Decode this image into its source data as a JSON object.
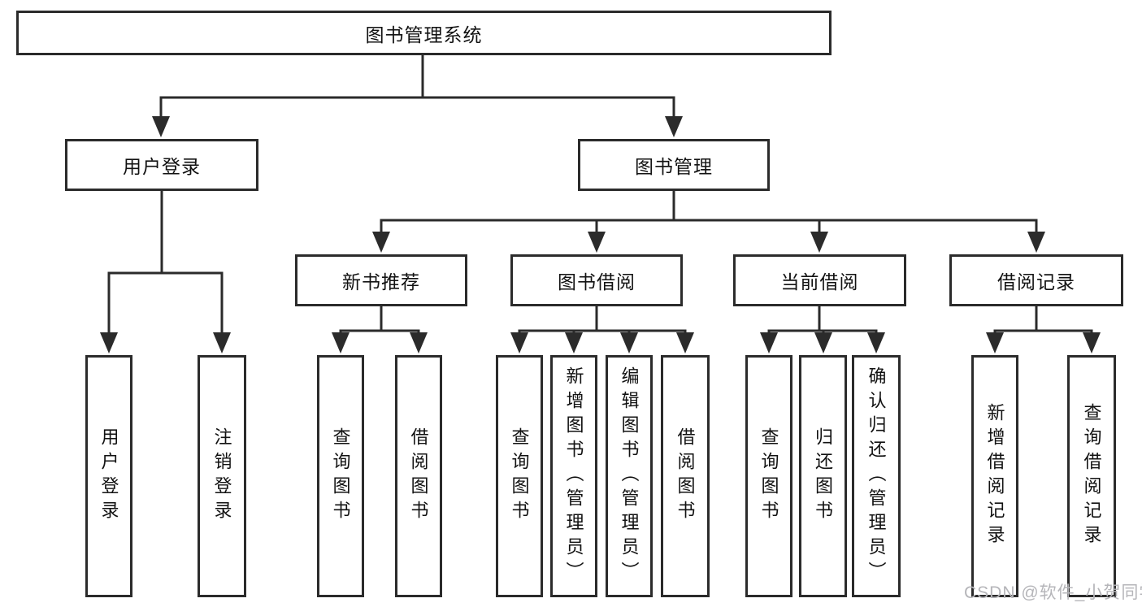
{
  "diagram": {
    "root": {
      "label": "图书管理系统"
    },
    "level2": {
      "user_login": {
        "label": "用户登录"
      },
      "book_mgmt": {
        "label": "图书管理"
      }
    },
    "level3": {
      "new_book_rec": {
        "label": "新书推荐"
      },
      "book_borrow": {
        "label": "图书借阅"
      },
      "current_borrow": {
        "label": "当前借阅"
      },
      "borrow_record": {
        "label": "借阅记录"
      }
    },
    "leaves": {
      "login_user": {
        "label": "用户登录"
      },
      "login_logout": {
        "label": "注销登录"
      },
      "rec_query": {
        "label": "查询图书"
      },
      "rec_borrow": {
        "label": "借阅图书"
      },
      "bb_query": {
        "label": "查询图书"
      },
      "bb_add": {
        "label": "新增图书（管理员）"
      },
      "bb_edit": {
        "label": "编辑图书（管理员）"
      },
      "bb_borrow": {
        "label": "借阅图书"
      },
      "cb_query": {
        "label": "查询图书"
      },
      "cb_return": {
        "label": "归还图书"
      },
      "cb_confirm": {
        "label": "确认归还（管理员）"
      },
      "br_add": {
        "label": "新增借阅记录"
      },
      "br_query": {
        "label": "查询借阅记录"
      }
    }
  },
  "watermark": {
    "text": "CSDN @软件_小贺同学"
  },
  "colors": {
    "line": "#2b2b2b",
    "box_border": "#2b2b2b",
    "text": "#121212",
    "background": "#ffffff",
    "watermark": "#b5b5b9"
  }
}
